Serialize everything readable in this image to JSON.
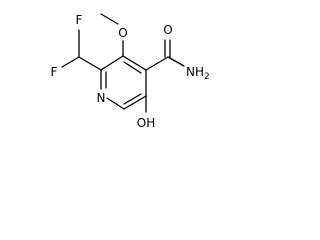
{
  "molecule": {
    "atoms": {
      "F_top": "F",
      "F_left": "F",
      "O_methoxy": "O",
      "O_amide": "O",
      "NH2": "NH",
      "NH2_sub": "2",
      "N_ring": "N",
      "OH": "OH"
    },
    "colors": {
      "bond": "#000000",
      "label": "#000000",
      "background": "#ffffff"
    }
  }
}
